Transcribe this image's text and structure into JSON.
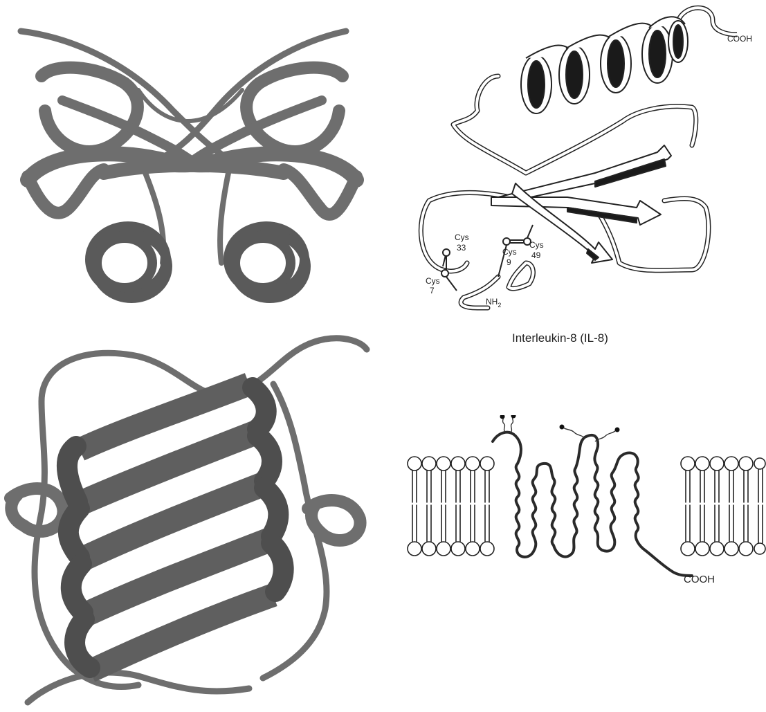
{
  "il8_panel": {
    "caption": "Interleukin-8 (IL-8)",
    "c_terminus": "COOH",
    "n_terminus": "NH",
    "n_terminus_subscript": "2",
    "residues": [
      {
        "name": "Cys",
        "number": "33"
      },
      {
        "name": "Cys",
        "number": "7"
      },
      {
        "name": "Cys",
        "number": "9"
      },
      {
        "name": "Cys",
        "number": "49"
      }
    ]
  },
  "receptor_panel": {
    "c_terminus": "COOH"
  },
  "colors": {
    "ribbon_fill": "#6e6e6e",
    "ribbon_dark": "#3a3a3a",
    "line": "#222222",
    "background": "#ffffff"
  }
}
